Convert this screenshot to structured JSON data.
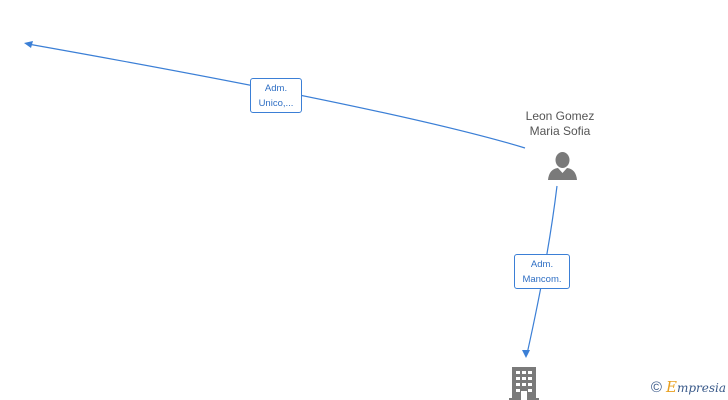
{
  "nodes": {
    "person": {
      "name_line1": "Leon Gomez",
      "name_line2": "Maria Sofia",
      "icon": "person-icon"
    },
    "company": {
      "icon": "building-icon"
    }
  },
  "edges": [
    {
      "label_line1": "Adm.",
      "label_line2": "Unico,..."
    },
    {
      "label_line1": "Adm.",
      "label_line2": "Mancom."
    }
  ],
  "colors": {
    "edge": "#3b7fd6",
    "icon": "#7a7a7a"
  },
  "watermark": {
    "symbol": "©",
    "brand_initial": "E",
    "brand_rest": "mpresia"
  }
}
